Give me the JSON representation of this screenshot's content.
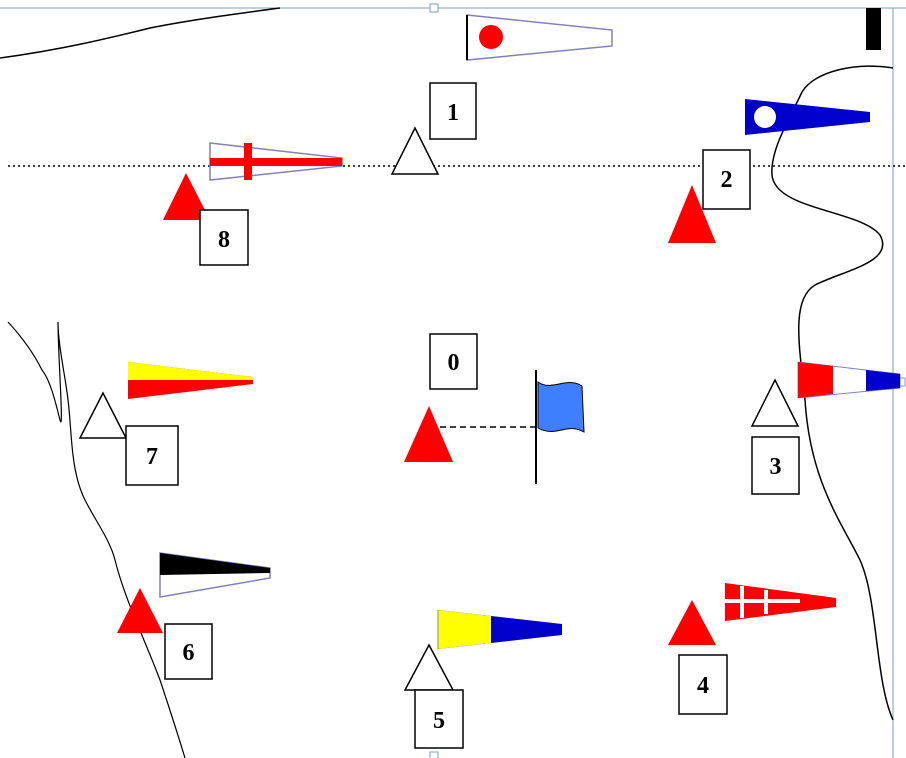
{
  "marks": [
    {
      "label": "0",
      "buoy": "red"
    },
    {
      "label": "1",
      "buoy": "white",
      "pennant": "white-red-disc"
    },
    {
      "label": "2",
      "buoy": "red",
      "pennant": "blue-white-disc"
    },
    {
      "label": "3",
      "buoy": "white",
      "pennant": "red-white-blue"
    },
    {
      "label": "4",
      "buoy": "red",
      "pennant": "red-white-crosses"
    },
    {
      "label": "5",
      "buoy": "white",
      "pennant": "yellow-blue"
    },
    {
      "label": "6",
      "buoy": "red",
      "pennant": "black-white"
    },
    {
      "label": "7",
      "buoy": "white",
      "pennant": "yellow-red"
    },
    {
      "label": "8",
      "buoy": "red",
      "pennant": "white-red-cross"
    }
  ],
  "colors": {
    "red": "#ff0000",
    "white": "#ffffff",
    "blue": "#0000cc",
    "yellow": "#ffff00",
    "flag_blue": "#3f7fff",
    "line": "#000000"
  }
}
